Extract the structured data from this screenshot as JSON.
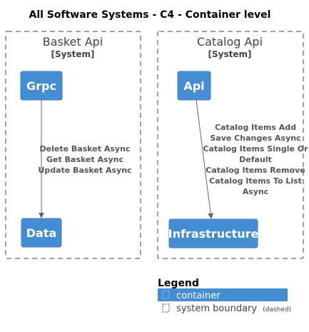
{
  "title": "All Software Systems - C4 - Container level",
  "colors": {
    "container_fill": "#438DD5",
    "container_border": "#3C7FC0",
    "node_text": "#FFFFFF",
    "boundary_stroke": "#444444",
    "arrow": "#666666",
    "rel_text": "#555555"
  },
  "boundaries": {
    "basket": {
      "name": "Basket Api",
      "type": "[System]",
      "containers": {
        "grpc": "Grpc",
        "data": "Data"
      },
      "relation": {
        "lines": [
          "Delete Basket Async",
          "Get Basket Async",
          "Update Basket Async"
        ]
      }
    },
    "catalog": {
      "name": "Catalog Api",
      "type": "[System]",
      "containers": {
        "api": "Api",
        "infrastructure": "Infrastructure"
      },
      "relation": {
        "lines": [
          "Catalog Items Add",
          "Save Changes Async",
          "Catalog Items Single Or",
          "Default",
          "Catalog Items Remove",
          "Catalog Items To List",
          "Async"
        ]
      }
    }
  },
  "legend": {
    "title": "Legend",
    "container_label": "container",
    "boundary_label": "system boundary",
    "boundary_note": "(dashed)",
    "boundary_icon": "dashed-square-icon"
  }
}
